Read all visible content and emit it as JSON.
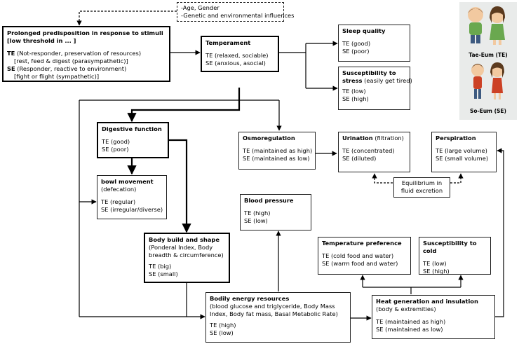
{
  "factors": {
    "lines": [
      "-Age, Gender",
      "-Genetic and environmental influences"
    ]
  },
  "predisposition": {
    "title_lines": [
      "Prolonged predisposition in response to stimuli",
      "[low threshold in ... ]"
    ],
    "te_code": "TE",
    "te_text": " (Not-responder, preservation of resources)",
    "te_sub": "[rest, feed & digest (parasympathetic)]",
    "se_code": "SE",
    "se_text": " (Responder, reactive to environment)",
    "se_sub": "[fight or flight (sympathetic)]"
  },
  "temperament": {
    "title": "Temperament",
    "te": "TE (relaxed, sociable)",
    "se": "SE (anxious, asocial)"
  },
  "sleep_quality": {
    "title": "Sleep quality",
    "te": "TE (good)",
    "se": "SE (poor)"
  },
  "stress": {
    "title_bold": "Susceptibility to",
    "title_bold2": "stress",
    "title_rest": " (easily get tired)",
    "te": "TE (low)",
    "se": "SE (high)"
  },
  "digestive": {
    "title": "Digestive function",
    "te": "TE (good)",
    "se": "SE (poor)"
  },
  "bowel": {
    "title": "bowl movement",
    "subtitle": "(defecation)",
    "te": "TE (regular)",
    "se": "SE (irregular/diverse)"
  },
  "osmoregulation": {
    "title": "Osmoregulation",
    "te": "TE (maintained as high)",
    "se": "SE (maintained as low)"
  },
  "urination": {
    "title": "Urination",
    "title_rest": " (filtration)",
    "te": "TE (concentrated)",
    "se": "SE (diluted)"
  },
  "perspiration": {
    "title": "Perspiration",
    "te": "TE (large volume)",
    "se": "SE (small volume)"
  },
  "equilibrium": {
    "lines": [
      "Equilibrium in",
      "fluid excretion"
    ]
  },
  "blood_pressure": {
    "title": "Blood pressure",
    "te": "TE (high)",
    "se": "SE (low)"
  },
  "body_build": {
    "title": "Body build and shape",
    "desc_lines": [
      "(Ponderal Index, Body",
      "breadth & circumference)"
    ],
    "te": "TE (big)",
    "se": "SE (small)"
  },
  "temp_pref": {
    "title": "Temperature preference",
    "te": "TE (cold food and water)",
    "se": "SE (warm food and water)"
  },
  "cold": {
    "title": "Susceptibility to cold",
    "te": "TE (low)",
    "se": "SE (high)"
  },
  "energy": {
    "title": "Bodily energy resources",
    "desc_lines": [
      "(blood glucose and triglyceride, Body Mass",
      "Index, Body fat mass, Basal Metabolic Rate)"
    ],
    "te": "TE (high)",
    "se": "SE (low)"
  },
  "heat": {
    "title": "Heat generation and insulation",
    "subtitle": "(body & extremities)",
    "te": "TE (maintained as high)",
    "se": "SE (maintained as low)"
  },
  "types": {
    "te_caption": "Tae-Eum (TE)",
    "se_caption": "So-Eum (SE)"
  },
  "colors": {
    "line": "#000000",
    "panel": "#e9ebea",
    "te_shirt": "#6aa84f",
    "se_shirt": "#cc4125",
    "skin": "#f2c9a0",
    "hair": "#5b3a1e"
  }
}
